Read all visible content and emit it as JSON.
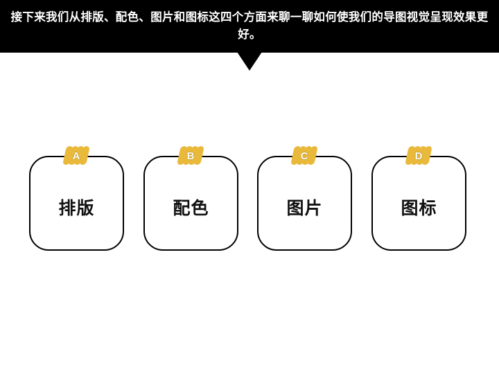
{
  "banner": {
    "text": "接下来我们从排版、配色、图片和图标这四个方面来聊一聊如何使我们的导图视觉呈现效果更好。",
    "background": "#000000",
    "text_color": "#ffffff"
  },
  "pointer": {
    "icon": "triangle-down-icon"
  },
  "cards": [
    {
      "badge": "A",
      "label": "排版"
    },
    {
      "badge": "B",
      "label": "配色"
    },
    {
      "badge": "C",
      "label": "图片"
    },
    {
      "badge": "D",
      "label": "图标"
    }
  ],
  "colors": {
    "tape": "#e8b93a",
    "card_border": "#000000"
  }
}
